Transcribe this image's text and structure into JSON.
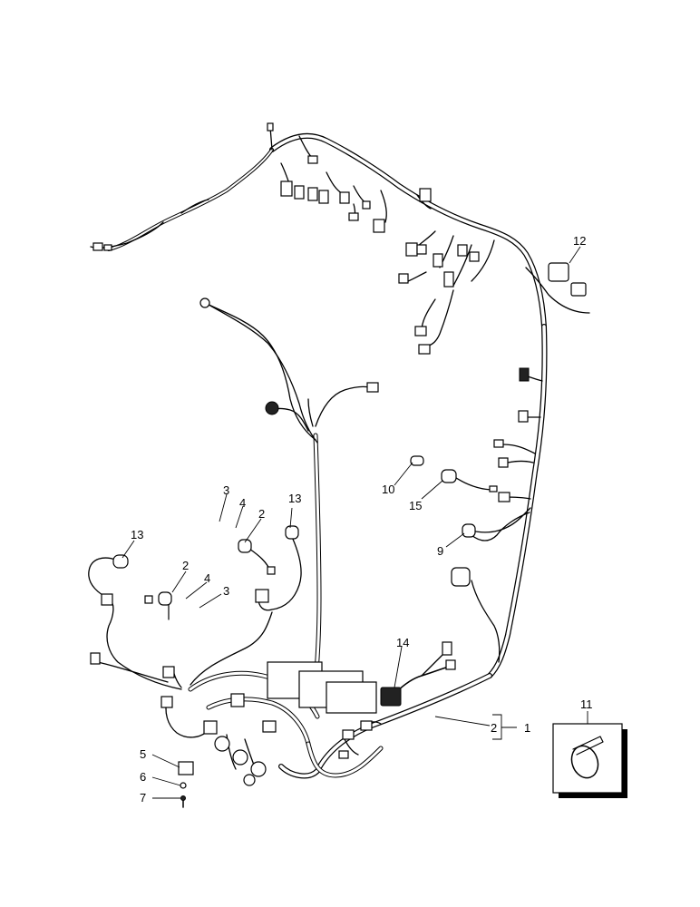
{
  "callouts": {
    "c1": "1",
    "c2": "2",
    "c2b": "2",
    "c2c": "2",
    "c3a": "3",
    "c3b": "3",
    "c4a": "4",
    "c4b": "4",
    "c5": "5",
    "c6": "6",
    "c7": "7",
    "c9": "9",
    "c10": "10",
    "c11": "11",
    "c12": "12",
    "c13a": "13",
    "c13b": "13",
    "c14": "14",
    "c15": "15"
  }
}
